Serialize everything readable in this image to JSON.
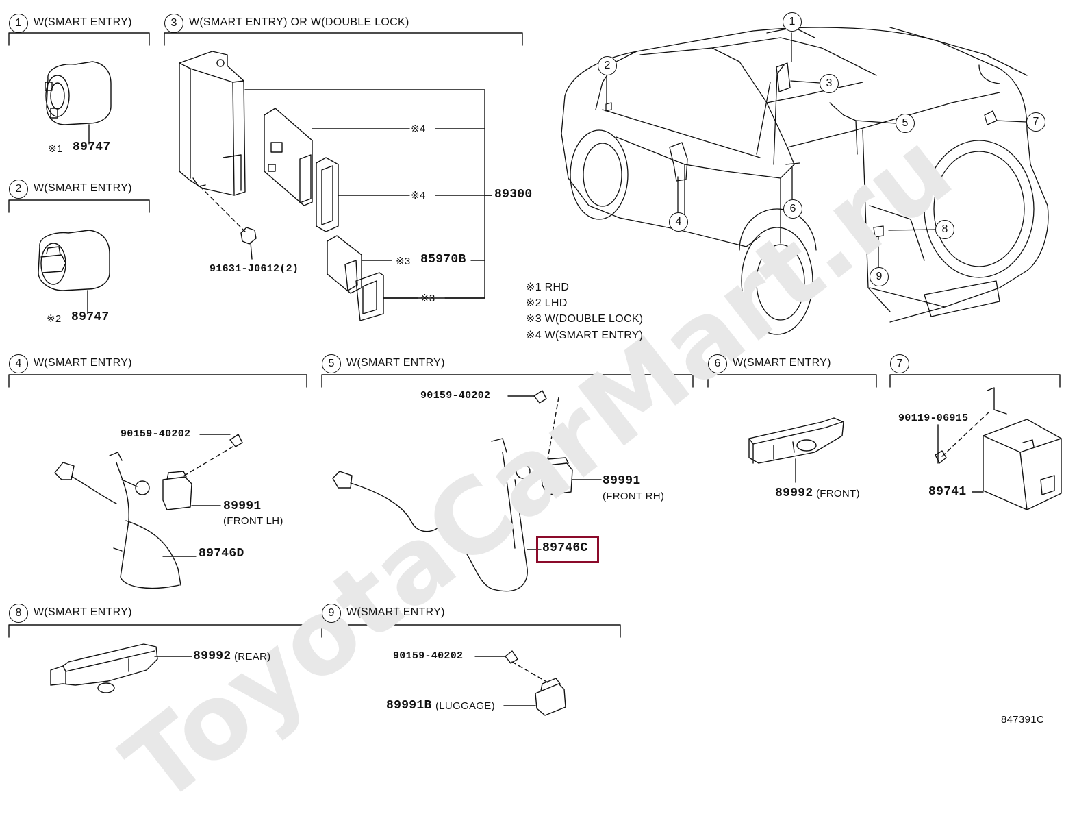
{
  "watermark": "ToyotaCarMart.ru",
  "sections": [
    {
      "num": "1",
      "label": "W(SMART ENTRY)"
    },
    {
      "num": "2",
      "label": "W(SMART ENTRY)"
    },
    {
      "num": "3",
      "label": "W(SMART ENTRY) OR W(DOUBLE LOCK)"
    },
    {
      "num": "4",
      "label": "W(SMART ENTRY)"
    },
    {
      "num": "5",
      "label": "W(SMART ENTRY)"
    },
    {
      "num": "6",
      "label": "W(SMART ENTRY)"
    },
    {
      "num": "7",
      "label": ""
    },
    {
      "num": "8",
      "label": "W(SMART ENTRY)"
    },
    {
      "num": "9",
      "label": "W(SMART ENTRY)"
    }
  ],
  "vehicle_callouts": [
    "1",
    "2",
    "3",
    "4",
    "5",
    "6",
    "7",
    "8",
    "9"
  ],
  "parts": {
    "p1": {
      "note": "※1",
      "number": "89747"
    },
    "p2": {
      "note": "※2",
      "number": "89747"
    },
    "p3_main": {
      "number": "89300"
    },
    "p3_note4a": "※4",
    "p3_note4b": "※4",
    "p3_note3b": "※3",
    "p3_85970": {
      "note": "※3",
      "number": "85970B"
    },
    "p3_bolt": "91631-J0612(2)",
    "p4_bolt": "90159-40202",
    "p4_sensor": {
      "number": "89991",
      "sub": "(FRONT LH)"
    },
    "p4_harness": {
      "number": "89746D"
    },
    "p5_bolt": "90159-40202",
    "p5_sensor": {
      "number": "89991",
      "sub": "(FRONT RH)"
    },
    "p5_harness": {
      "number": "89746C"
    },
    "p6": {
      "number": "89992",
      "sub": "(FRONT)"
    },
    "p7_bolt": "90119-06915",
    "p7": {
      "number": "89741"
    },
    "p8": {
      "number": "89992",
      "sub": "(REAR)"
    },
    "p9_bolt": "90159-40202",
    "p9": {
      "number": "89991B",
      "sub": "(LUGGAGE)"
    }
  },
  "notes": [
    "※1 RHD",
    "※2 LHD",
    "※3 W(DOUBLE LOCK)",
    "※4 W(SMART ENTRY)"
  ],
  "figure_code": "847391C",
  "highlight_color": "#8b0a2a"
}
